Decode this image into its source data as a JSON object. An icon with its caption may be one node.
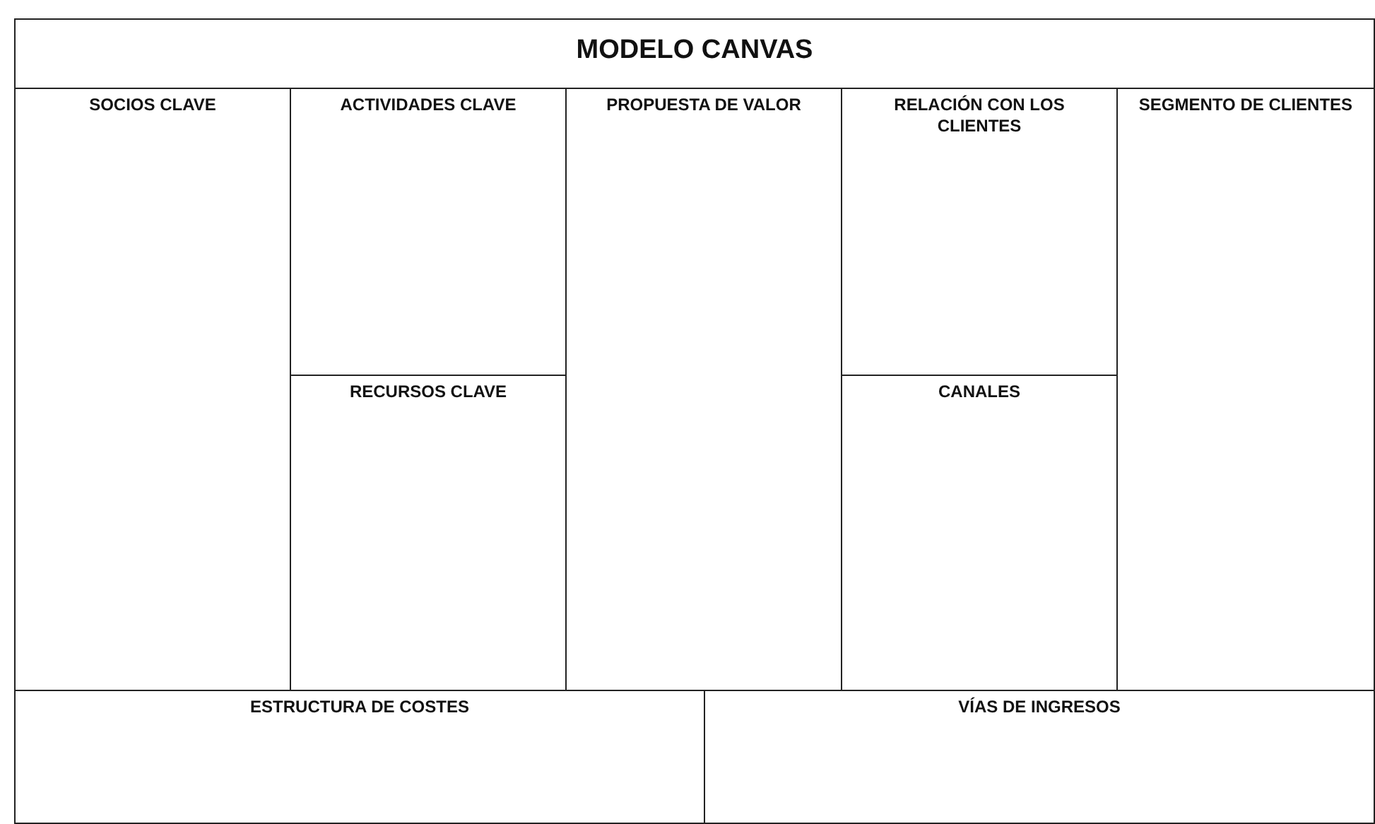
{
  "diagram": {
    "nodes": [
      {
        "text": [
          "MODELO CANVAS"
        ]
      },
      {
        "text": [
          "SOCIOS CLAVE"
        ]
      },
      {
        "text": [
          "ACTIVIDADES CLAVE"
        ]
      },
      {
        "text": [
          "RECURSOS CLAVE"
        ]
      },
      {
        "text": [
          "PROPUESTA DE VALOR"
        ]
      },
      {
        "text": [
          "RELACIÓN CON LOS CLIENTES"
        ]
      },
      {
        "text": [
          "CANALES"
        ]
      },
      {
        "text": [
          "SEGMENTO DE CLIENTES"
        ]
      },
      {
        "text": [
          "ESTRUCTURA DE COSTES"
        ]
      },
      {
        "text": [
          "VÍAS DE INGRESOS"
        ]
      }
    ]
  }
}
